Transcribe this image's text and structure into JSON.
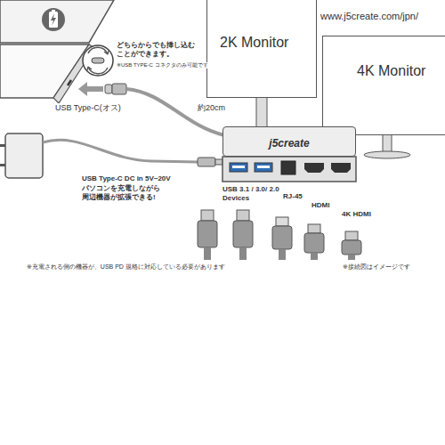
{
  "diagram": {
    "nodes": [
      {
        "text": [
          "2K Monitor"
        ]
      },
      {
        "text": [
          "4K Monitor"
        ]
      },
      {
        "text": [
          "j5create"
        ]
      }
    ],
    "labels": [
      "www.j5create.com/jpn/",
      "どちらからでも挿し込む ことができます。",
      "※USB TYPE-C コネクタのみ可能です",
      "約20cm",
      "USB Type-C(オス)",
      "USB Type-C DC in 5V~20V",
      "パソコンを充電しながら 周辺機器が拡張できる!",
      "USB 3.1 / 3.0/ 2.0 Devices",
      "RJ-45",
      "HDMI",
      "4K HDMI",
      "※充電される側の機器が、USB PD 規格に対応している必要があります",
      "※接続図はイメージです"
    ]
  }
}
